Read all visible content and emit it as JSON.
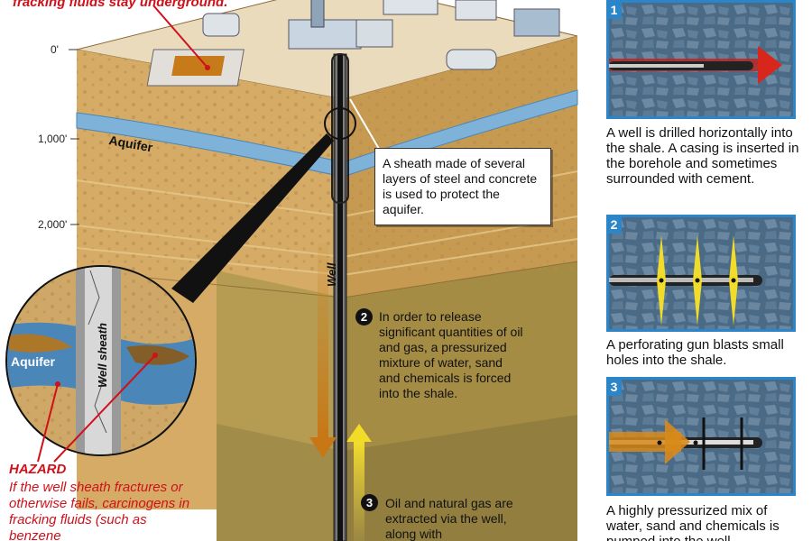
{
  "top_note": "fracking fluids stay underground.",
  "depth_labels": [
    "0'",
    "1,000'",
    "2,000'"
  ],
  "aquifer_label": "Aquifer",
  "well_label": "Well",
  "sheath_callout": "A sheath made of several layers of steel and concrete is used to protect the aquifer.",
  "inset": {
    "aquifer_label": "Aquifer",
    "sheath_label": "Well sheath"
  },
  "hazard": {
    "title": "HAZARD",
    "text": "If the well sheath fractures or otherwise fails, carcinogens in fracking fluids (such as benzene"
  },
  "steps": [
    {
      "number": "2",
      "text": "In order to release significant quantities of oil and gas, a pressurized mixture of water, sand and chemicals is forced into the shale."
    },
    {
      "number": "3",
      "text": "Oil and natural gas are extracted via the well, along with"
    }
  ],
  "panels": [
    {
      "number": "1",
      "caption": "A well is drilled horizontally into the shale. A casing is inserted in the borehole and sometimes surrounded with cement."
    },
    {
      "number": "2",
      "caption": "A perforating gun blasts small holes into the shale."
    },
    {
      "number": "3",
      "caption": "A highly pressurized mix of water, sand and chemicals is pumped into the well"
    }
  ],
  "colors": {
    "hazard_red": "#d0101a",
    "panel_border": "#2a86c8",
    "aquifer_blue": "#7fb2d8",
    "soil": "#d2aa6a",
    "shale": "#b29a4e"
  }
}
